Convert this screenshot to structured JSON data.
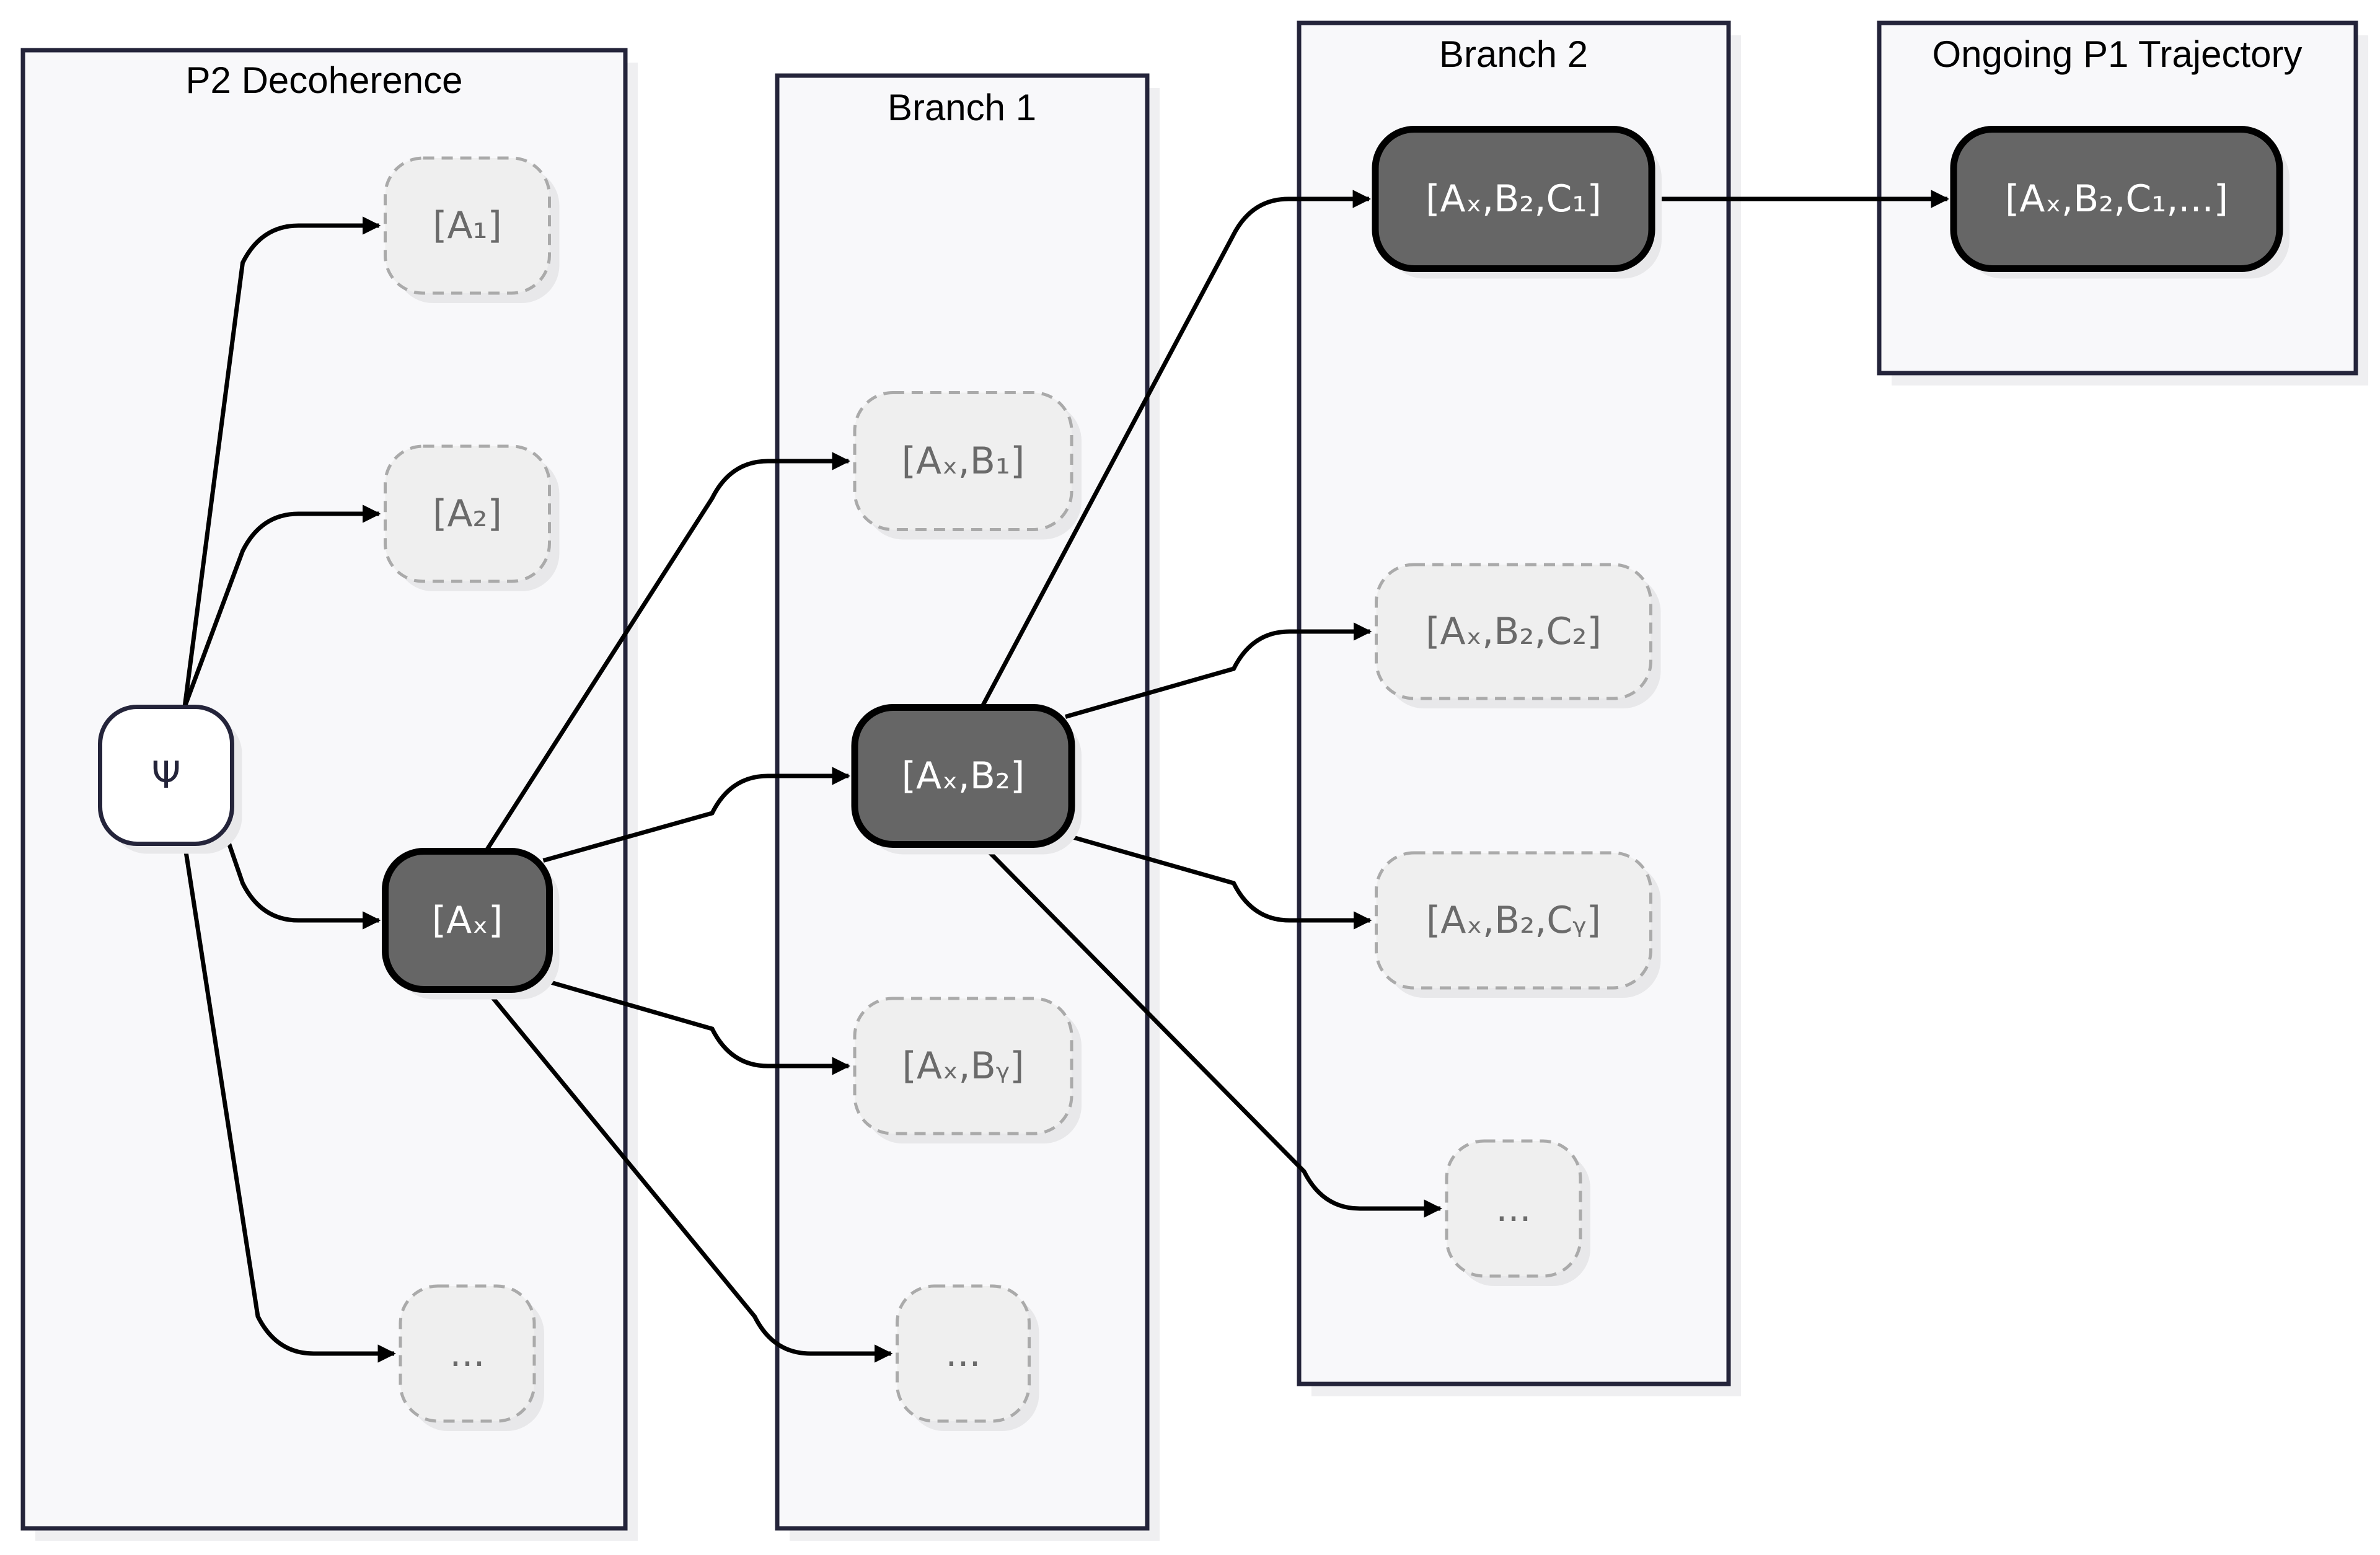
{
  "clusters": [
    {
      "id": "p2",
      "title": "P2 Decoherence"
    },
    {
      "id": "b1",
      "title": "Branch 1"
    },
    {
      "id": "b2",
      "title": "Branch 2"
    },
    {
      "id": "p1",
      "title": "Ongoing P1 Trajectory"
    }
  ],
  "nodes": [
    {
      "id": "psi",
      "label": "Ψ",
      "style": "root",
      "cluster": "p2"
    },
    {
      "id": "a1",
      "label": "[A₁]",
      "style": "ghost",
      "cluster": "p2"
    },
    {
      "id": "a2",
      "label": "[A₂]",
      "style": "ghost",
      "cluster": "p2"
    },
    {
      "id": "ax",
      "label": "[Aₓ]",
      "style": "active",
      "cluster": "p2"
    },
    {
      "id": "adots",
      "label": "...",
      "style": "ghost",
      "cluster": "p2"
    },
    {
      "id": "axb1",
      "label": "[Aₓ,B₁]",
      "style": "ghost",
      "cluster": "b1"
    },
    {
      "id": "axb2",
      "label": "[Aₓ,B₂]",
      "style": "active",
      "cluster": "b1"
    },
    {
      "id": "axby",
      "label": "[Aₓ,Bᵧ]",
      "style": "ghost",
      "cluster": "b1"
    },
    {
      "id": "bdots",
      "label": "...",
      "style": "ghost",
      "cluster": "b1"
    },
    {
      "id": "axb2c1",
      "label": "[Aₓ,B₂,C₁]",
      "style": "active",
      "cluster": "b2"
    },
    {
      "id": "axb2c2",
      "label": "[Aₓ,B₂,C₂]",
      "style": "ghost",
      "cluster": "b2"
    },
    {
      "id": "axb2cy",
      "label": "[Aₓ,B₂,Cᵧ]",
      "style": "ghost",
      "cluster": "b2"
    },
    {
      "id": "cdots",
      "label": "...",
      "style": "ghost",
      "cluster": "b2"
    },
    {
      "id": "traj",
      "label": "[Aₓ,B₂,C₁,...]",
      "style": "active",
      "cluster": "p1"
    }
  ],
  "edges": [
    {
      "from": "psi",
      "to": "a1"
    },
    {
      "from": "psi",
      "to": "a2"
    },
    {
      "from": "psi",
      "to": "ax"
    },
    {
      "from": "psi",
      "to": "adots"
    },
    {
      "from": "ax",
      "to": "axb1"
    },
    {
      "from": "ax",
      "to": "axb2"
    },
    {
      "from": "ax",
      "to": "axby"
    },
    {
      "from": "ax",
      "to": "bdots"
    },
    {
      "from": "axb2",
      "to": "axb2c1"
    },
    {
      "from": "axb2",
      "to": "axb2c2"
    },
    {
      "from": "axb2",
      "to": "axb2cy"
    },
    {
      "from": "axb2",
      "to": "cdots"
    },
    {
      "from": "axb2c1",
      "to": "traj"
    }
  ]
}
